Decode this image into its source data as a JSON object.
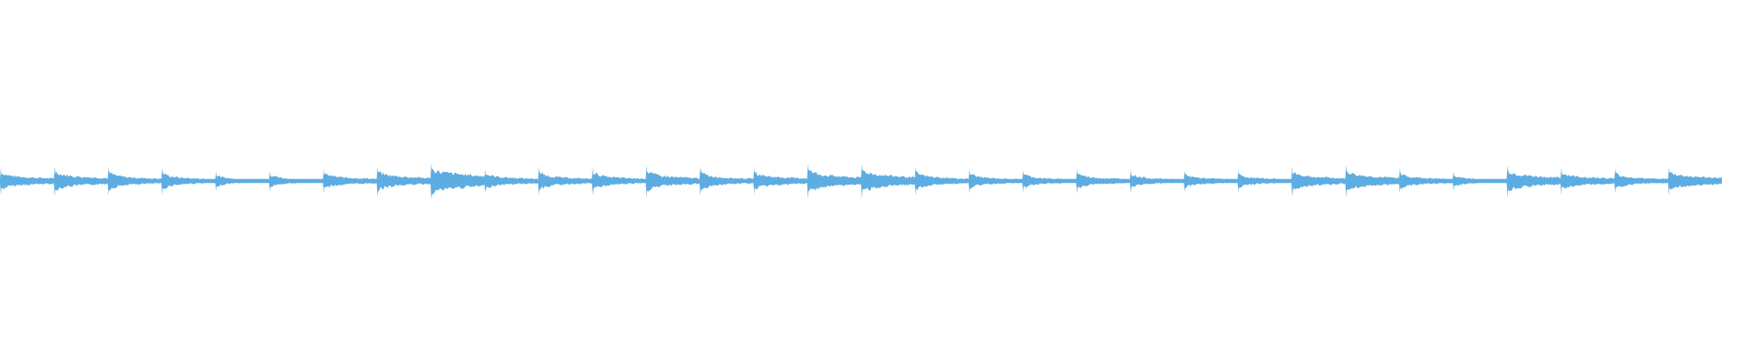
{
  "waveform": {
    "color": "#5dade2",
    "segments": [
      {
        "peak": 0.3,
        "decay": 0.55
      },
      {
        "peak": 0.34,
        "decay": 0.55
      },
      {
        "peak": 0.32,
        "decay": 0.45
      },
      {
        "peak": 0.3,
        "decay": 0.4
      },
      {
        "peak": 0.22,
        "decay": 0.35
      },
      {
        "peak": 0.22,
        "decay": 0.4
      },
      {
        "peak": 0.28,
        "decay": 0.5
      },
      {
        "peak": 0.34,
        "decay": 0.55
      },
      {
        "peak": 0.42,
        "decay": 0.75
      },
      {
        "peak": 0.26,
        "decay": 0.55
      },
      {
        "peak": 0.32,
        "decay": 0.45
      },
      {
        "peak": 0.32,
        "decay": 0.45
      },
      {
        "peak": 0.36,
        "decay": 0.5
      },
      {
        "peak": 0.32,
        "decay": 0.45
      },
      {
        "peak": 0.3,
        "decay": 0.55
      },
      {
        "peak": 0.4,
        "decay": 0.55
      },
      {
        "peak": 0.4,
        "decay": 0.6
      },
      {
        "peak": 0.32,
        "decay": 0.45
      },
      {
        "peak": 0.28,
        "decay": 0.4
      },
      {
        "peak": 0.26,
        "decay": 0.4
      },
      {
        "peak": 0.28,
        "decay": 0.45
      },
      {
        "peak": 0.26,
        "decay": 0.4
      },
      {
        "peak": 0.24,
        "decay": 0.45
      },
      {
        "peak": 0.24,
        "decay": 0.45
      },
      {
        "peak": 0.34,
        "decay": 0.5
      },
      {
        "peak": 0.36,
        "decay": 0.55
      },
      {
        "peak": 0.28,
        "decay": 0.45
      },
      {
        "peak": 0.22,
        "decay": 0.35
      },
      {
        "peak": 0.36,
        "decay": 0.6
      },
      {
        "peak": 0.3,
        "decay": 0.55
      },
      {
        "peak": 0.28,
        "decay": 0.45
      },
      {
        "peak": 0.32,
        "decay": 0.6
      }
    ]
  }
}
